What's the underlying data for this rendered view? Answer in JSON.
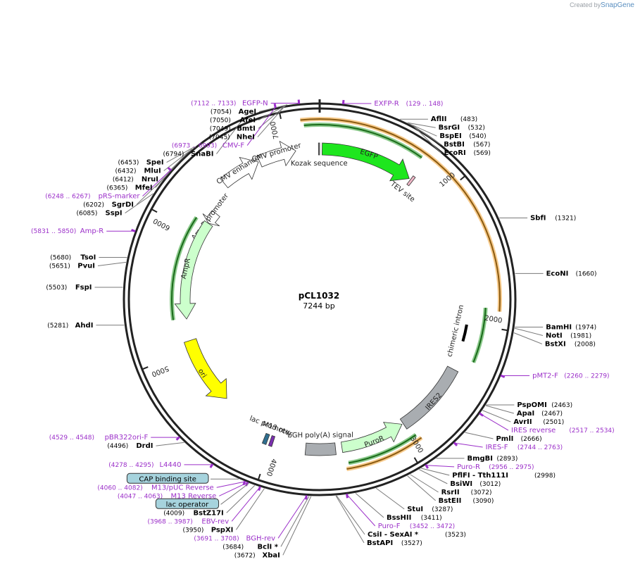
{
  "credit": {
    "prefix": "Created by",
    "brand": "SnapGene"
  },
  "plasmid": {
    "name": "pCL1032",
    "size": "7244 bp",
    "length": 7244
  },
  "colors": {
    "primer": "#9b2fc9",
    "enzyme": "#000000",
    "line": "#7a7a7a",
    "egfp": "#1ee61e",
    "ampr": "#ccffcc",
    "ori": "#ffff00",
    "puro": "#ccffcc",
    "ires": "#a9adb1",
    "bgh": "#a9adb1",
    "orange": "#f0a030",
    "green": "#2e9e2e",
    "cmv": "#ffffff",
    "lac": "#a6d3dd"
  },
  "ticks": [
    {
      "bp": 1000,
      "label": "1000"
    },
    {
      "bp": 2000,
      "label": "2000"
    },
    {
      "bp": 3000,
      "label": "3000"
    },
    {
      "bp": 4000,
      "label": "4000"
    },
    {
      "bp": 5000,
      "label": "5000"
    },
    {
      "bp": 6000,
      "label": "6000"
    },
    {
      "bp": 7000,
      "label": "7000"
    }
  ],
  "features": [
    {
      "name": "EGFP",
      "label": "EGFP",
      "type": "arrow",
      "start": 19,
      "end": 736,
      "strand": 1,
      "track": "inner",
      "fill": "#1ee61e"
    },
    {
      "name": "tev-site",
      "label": "TEV site",
      "type": "box",
      "start": 748,
      "end": 768,
      "track": "inner",
      "fill": "#f0b8c8"
    },
    {
      "name": "kozak",
      "label": "Kozak sequence",
      "type": "box",
      "start": 7235,
      "end": 7244,
      "track": "inner",
      "fill": "#888888"
    },
    {
      "name": "cmv-promoter",
      "label": "CMV promoter",
      "type": "arrow",
      "start": 6770,
      "end": 7060,
      "strand": 1,
      "track": "inner",
      "fill": "#ffffff"
    },
    {
      "name": "cmv-enhancer",
      "label": "CMV enhancer",
      "type": "arrow",
      "start": 6450,
      "end": 6760,
      "strand": 1,
      "track": "inner",
      "fill": "#ffffff"
    },
    {
      "name": "ampr-promoter",
      "label": "AmpR promoter",
      "type": "arrow",
      "start": 6125,
      "end": 6230,
      "strand": -1,
      "track": "inner",
      "fill": "#ffffff"
    },
    {
      "name": "ampr",
      "label": "AmpR",
      "type": "arrow",
      "start": 5263,
      "end": 6123,
      "strand": -1,
      "track": "inner",
      "fill": "#ccffcc"
    },
    {
      "name": "ori",
      "label": "ori",
      "type": "arrow",
      "start": 4490,
      "end": 5078,
      "strand": -1,
      "track": "inner",
      "fill": "#ffff00"
    },
    {
      "name": "lac-promoter",
      "label": "lac promoter",
      "type": "box",
      "start": 4030,
      "end": 4060,
      "track": "inner",
      "fill": "#2f6f8f"
    },
    {
      "name": "m13-rev",
      "label": "M13 rev",
      "type": "box",
      "start": 3985,
      "end": 4010,
      "track": "inner",
      "fill": "#7b2fb0"
    },
    {
      "name": "bgh-polya",
      "label": "bGH poly(A) signal",
      "type": "box",
      "start": 3500,
      "end": 3730,
      "track": "inner",
      "fill": "#a9adb1"
    },
    {
      "name": "puror",
      "label": "PuroR",
      "type": "arrow",
      "start": 2950,
      "end": 3450,
      "strand": -1,
      "track": "inner",
      "fill": "#ccffcc"
    },
    {
      "name": "ires2",
      "label": "IRES2",
      "type": "box",
      "start": 2367,
      "end": 2940,
      "track": "inner",
      "fill": "#a9adb1"
    },
    {
      "name": "chimeric-intron",
      "label": "chimeric intron",
      "type": "intron",
      "start": 2008,
      "end": 2140,
      "track": "inner",
      "fill": "#000000"
    }
  ],
  "orfs": [
    {
      "name": "orf-orange-1",
      "start": 7120,
      "end": 1890,
      "strand": 1,
      "color": "#f0a030",
      "track": "outer"
    },
    {
      "name": "orf-green-egfp",
      "start": 7140,
      "end": 720,
      "strand": -1,
      "color": "#2e9e2e",
      "track": "mid"
    },
    {
      "name": "orf-green-ampr",
      "start": 5270,
      "end": 6110,
      "strand": -1,
      "color": "#2e9e2e",
      "track": "mid"
    },
    {
      "name": "orf-green-intron",
      "start": 1870,
      "end": 2260,
      "strand": 1,
      "color": "#2e9e2e",
      "track": "mid"
    },
    {
      "name": "orf-green-puro",
      "start": 2910,
      "end": 3420,
      "strand": 1,
      "color": "#2e9e2e",
      "track": "mid"
    },
    {
      "name": "orf-orange-2",
      "start": 2890,
      "end": 3440,
      "strand": -1,
      "color": "#f0a030",
      "track": "outer2"
    }
  ],
  "labels": [
    {
      "text": "(7112 .. 7133)",
      "name": "EGFP-N",
      "kind": "primer",
      "bp": 7123,
      "side": "left"
    },
    {
      "text": "(129 .. 148)",
      "name": "EXFP-R",
      "kind": "primer",
      "bp": 138,
      "side": "right"
    },
    {
      "text": "(7054)",
      "name": "AgeI",
      "kind": "enzyme",
      "bp": 7054,
      "side": "left"
    },
    {
      "text": "(7050)",
      "name": "AfeI",
      "kind": "enzyme",
      "bp": 7050,
      "side": "left"
    },
    {
      "text": "(7049)",
      "name": "BmtI",
      "kind": "enzyme",
      "bp": 7049,
      "side": "left"
    },
    {
      "text": "(7045)",
      "name": "NheI",
      "kind": "enzyme",
      "bp": 7045,
      "side": "left"
    },
    {
      "text": "(6973 .. 6993)",
      "name": "CMV-F",
      "kind": "primer",
      "bp": 6983,
      "side": "left"
    },
    {
      "text": "(6794)",
      "name": "SnaBI",
      "kind": "enzyme",
      "bp": 6794,
      "side": "left"
    },
    {
      "text": "(6453)",
      "name": "SpeI",
      "kind": "enzyme",
      "bp": 6453,
      "side": "left"
    },
    {
      "text": "(6432)",
      "name": "MluI",
      "kind": "enzyme",
      "bp": 6432,
      "side": "left"
    },
    {
      "text": "(6412)",
      "name": "NruI",
      "kind": "enzyme",
      "bp": 6412,
      "side": "left"
    },
    {
      "text": "(6365)",
      "name": "MfeI",
      "kind": "enzyme",
      "bp": 6365,
      "side": "left"
    },
    {
      "text": "(6248 .. 6267)",
      "name": "pRS-marker",
      "kind": "primer",
      "bp": 6257,
      "side": "left"
    },
    {
      "text": "(6202)",
      "name": "SgrDI",
      "kind": "enzyme",
      "bp": 6202,
      "side": "left"
    },
    {
      "text": "(6085)",
      "name": "SspI",
      "kind": "enzyme",
      "bp": 6085,
      "side": "left"
    },
    {
      "text": "(5831 .. 5850)",
      "name": "Amp-R",
      "kind": "primer",
      "bp": 5840,
      "side": "left"
    },
    {
      "text": "(5680)",
      "name": "TsoI",
      "kind": "enzyme",
      "bp": 5680,
      "side": "left"
    },
    {
      "text": "(5651)",
      "name": "PvuI",
      "kind": "enzyme",
      "bp": 5651,
      "side": "left"
    },
    {
      "text": "(5503)",
      "name": "FspI",
      "kind": "enzyme",
      "bp": 5503,
      "side": "left"
    },
    {
      "text": "(5281)",
      "name": "AhdI",
      "kind": "enzyme",
      "bp": 5281,
      "side": "left"
    },
    {
      "text": "(4529 .. 4548)",
      "name": "pBR322ori-F",
      "kind": "primer",
      "bp": 4538,
      "side": "left"
    },
    {
      "text": "(4496)",
      "name": "DrdI",
      "kind": "enzyme",
      "bp": 4496,
      "side": "left"
    },
    {
      "text": "(4278 .. 4295)",
      "name": "L4440",
      "kind": "primer",
      "bp": 4286,
      "side": "left"
    },
    {
      "text": "",
      "name": "CAP binding site",
      "kind": "boxed",
      "bp": 4110,
      "side": "left"
    },
    {
      "text": "(4060 .. 4082)",
      "name": "M13/pUC Reverse",
      "kind": "primer",
      "bp": 4071,
      "side": "left"
    },
    {
      "text": "",
      "name": "lac operator",
      "kind": "boxed",
      "bp": 4045,
      "side": "left"
    },
    {
      "text": "(4047 .. 4063)",
      "name": "M13 Reverse",
      "kind": "primer",
      "bp": 4055,
      "side": "left"
    },
    {
      "text": "(4009)",
      "name": "BstZ17I",
      "kind": "enzyme",
      "bp": 4009,
      "side": "left"
    },
    {
      "text": "(3968 .. 3987)",
      "name": "EBV-rev",
      "kind": "primer",
      "bp": 3977,
      "side": "left"
    },
    {
      "text": "(3950)",
      "name": "PspXI",
      "kind": "enzyme",
      "bp": 3950,
      "side": "left"
    },
    {
      "text": "(3691 .. 3708)",
      "name": "BGH-rev",
      "kind": "primer",
      "bp": 3700,
      "side": "left"
    },
    {
      "text": "(3684)",
      "name": "BclI *",
      "kind": "enzyme",
      "bp": 3684,
      "side": "left"
    },
    {
      "text": "(3672)",
      "name": "XbaI",
      "kind": "enzyme",
      "bp": 3672,
      "side": "left"
    },
    {
      "text": "(483)",
      "name": "AflII",
      "kind": "enzyme",
      "bp": 483,
      "side": "right"
    },
    {
      "text": "(532)",
      "name": "BsrGI",
      "kind": "enzyme",
      "bp": 532,
      "side": "right"
    },
    {
      "text": "(540)",
      "name": "BspEI",
      "kind": "enzyme",
      "bp": 540,
      "side": "right"
    },
    {
      "text": "(567)",
      "name": "BstBI",
      "kind": "enzyme",
      "bp": 567,
      "side": "right"
    },
    {
      "text": "(569)",
      "name": "EcoRI",
      "kind": "enzyme",
      "bp": 569,
      "side": "right"
    },
    {
      "text": "(1321)",
      "name": "SbfI",
      "kind": "enzyme",
      "bp": 1321,
      "side": "right"
    },
    {
      "text": "(1660)",
      "name": "EcoNI",
      "kind": "enzyme",
      "bp": 1660,
      "side": "right"
    },
    {
      "text": "(1974)",
      "name": "BamHI",
      "kind": "enzyme",
      "bp": 1974,
      "side": "right"
    },
    {
      "text": "(1981)",
      "name": "NotI",
      "kind": "enzyme",
      "bp": 1981,
      "side": "right"
    },
    {
      "text": "(2008)",
      "name": "BstXI",
      "kind": "enzyme",
      "bp": 2008,
      "side": "right"
    },
    {
      "text": "(2260 .. 2279)",
      "name": "pMT2-F",
      "kind": "primer",
      "bp": 2270,
      "side": "right"
    },
    {
      "text": "(2463)",
      "name": "PspOMI",
      "kind": "enzyme",
      "bp": 2463,
      "side": "right"
    },
    {
      "text": "(2467)",
      "name": "ApaI",
      "kind": "enzyme",
      "bp": 2467,
      "side": "right"
    },
    {
      "text": "(2501)",
      "name": "AvrII",
      "kind": "enzyme",
      "bp": 2501,
      "side": "right"
    },
    {
      "text": "(2517 .. 2534)",
      "name": "IRES reverse",
      "kind": "primer",
      "bp": 2525,
      "side": "right"
    },
    {
      "text": "(2666)",
      "name": "PmlI",
      "kind": "enzyme",
      "bp": 2666,
      "side": "right"
    },
    {
      "text": "(2744 .. 2763)",
      "name": "IRES-F",
      "kind": "primer",
      "bp": 2753,
      "side": "right"
    },
    {
      "text": "(2893)",
      "name": "BmgBI",
      "kind": "enzyme",
      "bp": 2893,
      "side": "right"
    },
    {
      "text": "(2956 .. 2975)",
      "name": "Puro-R",
      "kind": "primer",
      "bp": 2965,
      "side": "right"
    },
    {
      "text": "(2998)",
      "name": "PflFI  - Tth111I",
      "kind": "enzyme",
      "bp": 2998,
      "side": "right"
    },
    {
      "text": "(3012)",
      "name": "BsiWI",
      "kind": "enzyme",
      "bp": 3012,
      "side": "right"
    },
    {
      "text": "(3072)",
      "name": "RsrII",
      "kind": "enzyme",
      "bp": 3072,
      "side": "right"
    },
    {
      "text": "(3090)",
      "name": "BstEII",
      "kind": "enzyme",
      "bp": 3090,
      "side": "right"
    },
    {
      "text": "(3287)",
      "name": "StuI",
      "kind": "enzyme",
      "bp": 3287,
      "side": "right"
    },
    {
      "text": "(3411)",
      "name": "BssHII",
      "kind": "enzyme",
      "bp": 3411,
      "side": "right"
    },
    {
      "text": "(3452 .. 3472)",
      "name": "Puro-F",
      "kind": "primer",
      "bp": 3462,
      "side": "right"
    },
    {
      "text": "(3523)",
      "name": "CsiI  - SexAI *",
      "kind": "enzyme",
      "bp": 3523,
      "side": "right"
    },
    {
      "text": "(3527)",
      "name": "BstAPI",
      "kind": "enzyme",
      "bp": 3527,
      "side": "right"
    }
  ]
}
